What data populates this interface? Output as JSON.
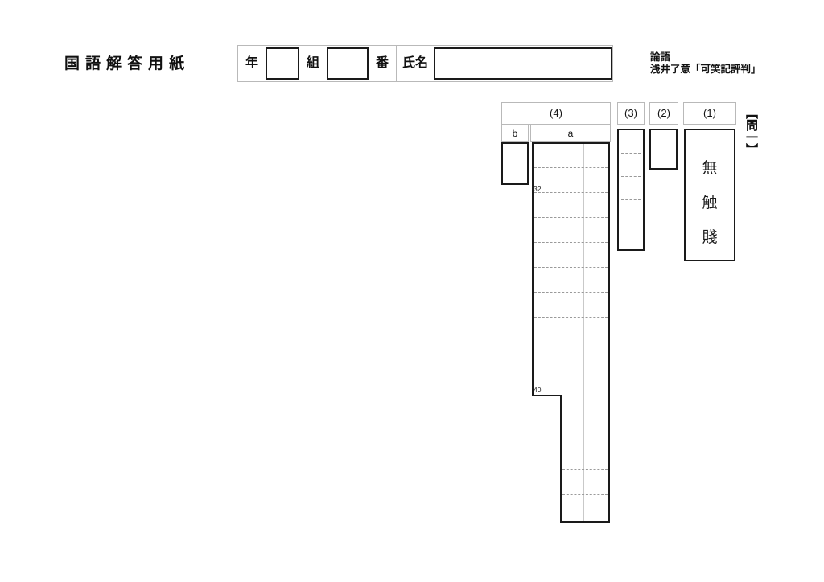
{
  "document": {
    "title": "国語解答用紙",
    "kind": "answer-sheet"
  },
  "header": {
    "title": "国語解答用紙",
    "fields": [
      {
        "label": "年",
        "value": "",
        "box": "year"
      },
      {
        "label": "組",
        "value": "",
        "box": "class"
      },
      {
        "label": "番",
        "value": "",
        "box": "number"
      },
      {
        "label": "氏名",
        "value": "",
        "box": "name"
      }
    ],
    "label_year": "年",
    "label_class": "組",
    "label_number": "番",
    "label_name": "氏名",
    "source": {
      "line1": "論語",
      "line2": "浅井了意「可笑記評判」"
    }
  },
  "answer_block": {
    "section_label": "問一",
    "section_label_bracketed": "【問一】",
    "questions": [
      {
        "number": "(4)",
        "subparts": [
          {
            "label": "b",
            "type": "single-box",
            "value": ""
          },
          {
            "label": "a",
            "type": "composition-grid",
            "value": ""
          }
        ]
      },
      {
        "number": "(3)",
        "type": "ruled-column",
        "value": ""
      },
      {
        "number": "(2)",
        "type": "single-box",
        "value": ""
      },
      {
        "number": "(1)",
        "type": "vertical-kanji-column",
        "characters": [
          "無",
          "触",
          "賤"
        ]
      }
    ],
    "composition_marks": [
      {
        "text": "32"
      },
      {
        "text": "40"
      }
    ]
  },
  "colors": {
    "ink": "#1a1a1a",
    "thin_rule": "#b9b9b9",
    "dashed_rule": "#9a9a9a",
    "light_vertical_rule": "#c9c9c9",
    "paper": "#ffffff"
  }
}
